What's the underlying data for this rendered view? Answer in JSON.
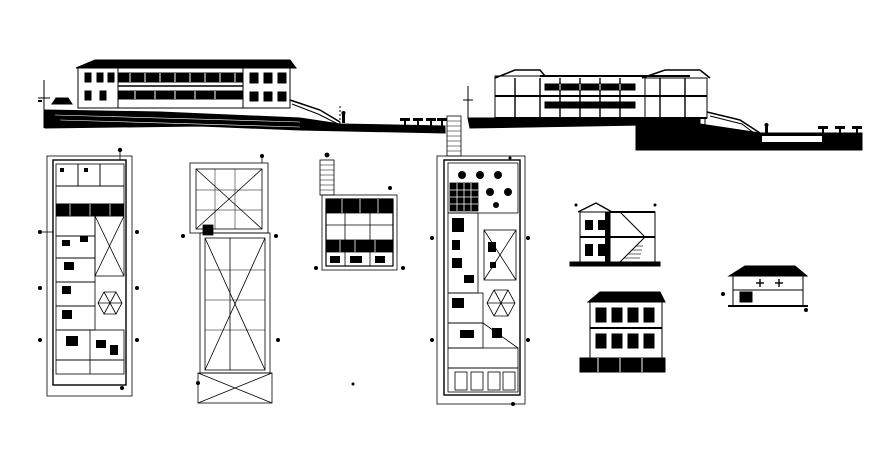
{
  "sheet": {
    "background": "#ffffff",
    "ink": "#000000",
    "drawings": [
      {
        "kind": "front-elevation"
      },
      {
        "kind": "section"
      },
      {
        "kind": "ground-floor-plan"
      },
      {
        "kind": "roof-plan"
      },
      {
        "kind": "small-floor-plan"
      },
      {
        "kind": "site-floor-plan"
      },
      {
        "kind": "side-section"
      },
      {
        "kind": "side-elevation"
      },
      {
        "kind": "small-elevation"
      }
    ]
  }
}
